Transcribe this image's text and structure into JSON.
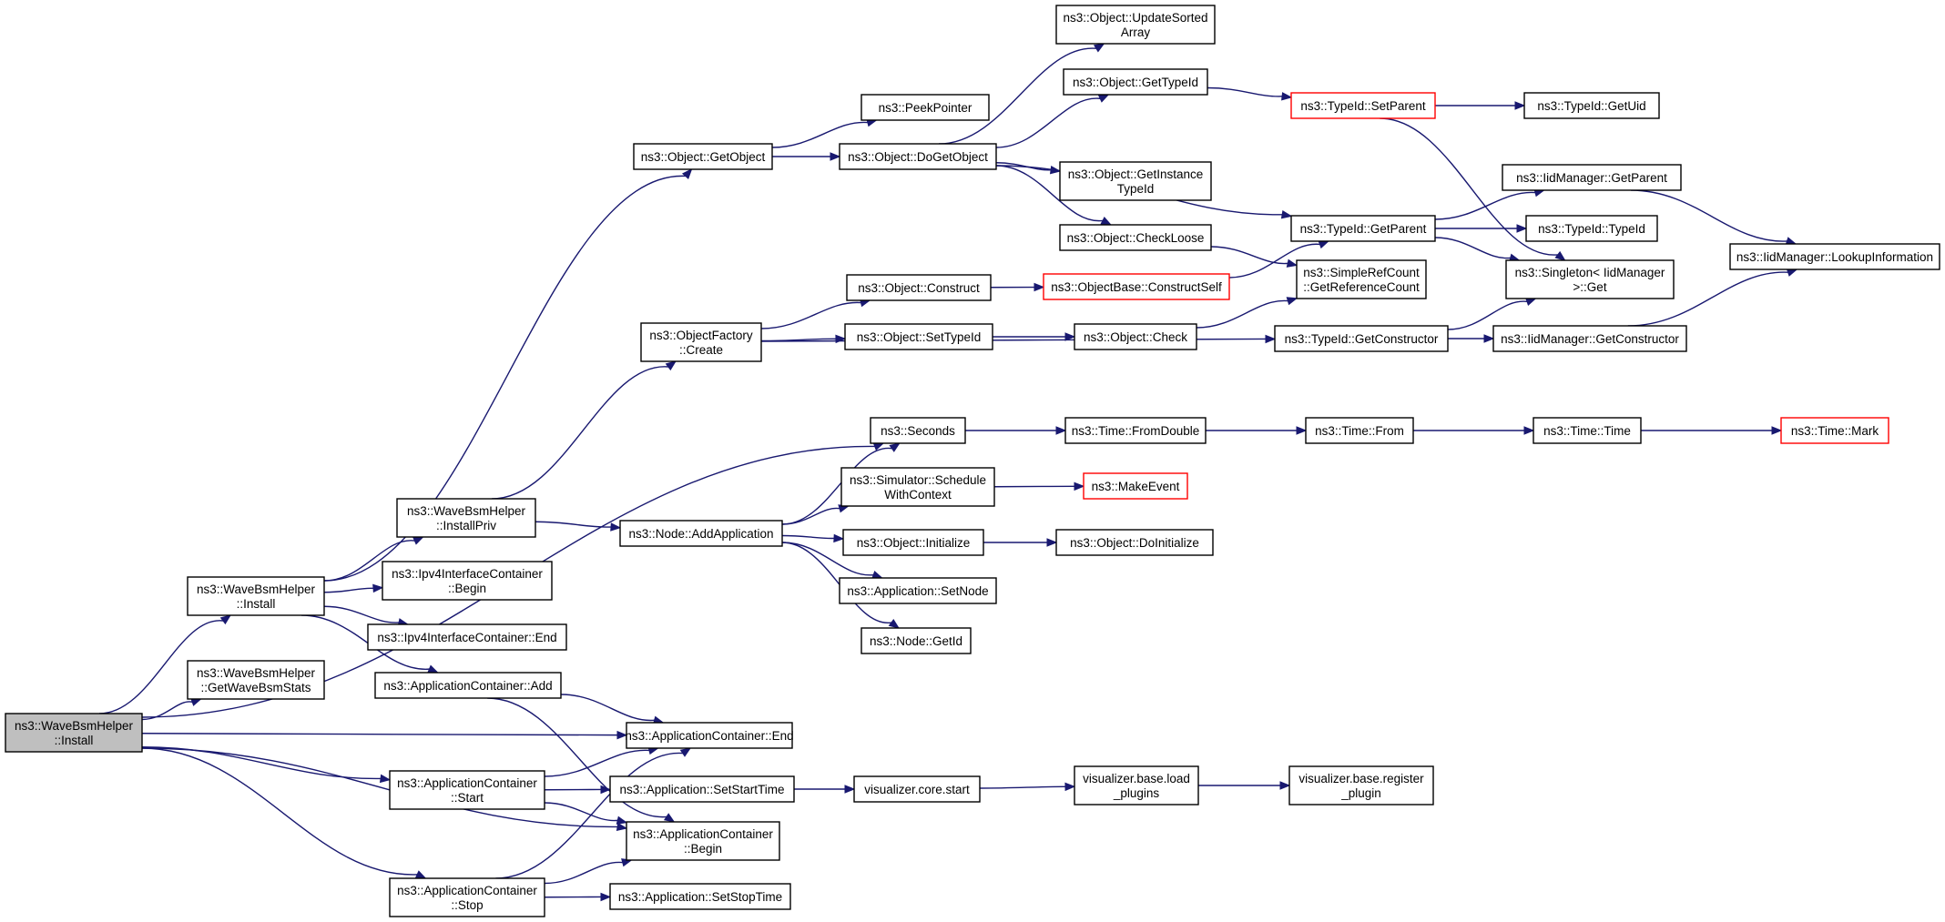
{
  "colors": {
    "edge": "#191970",
    "node_border": "#000000",
    "root_fill": "#bfbfbf",
    "truncated_border": "#ff0000"
  },
  "nodes": [
    {
      "id": "root",
      "label": [
        "ns3::WaveBsmHelper",
        "::Install"
      ],
      "style": "root"
    },
    {
      "id": "install",
      "label": [
        "ns3::WaveBsmHelper",
        "::Install"
      ]
    },
    {
      "id": "getwavebsmstats",
      "label": [
        "ns3::WaveBsmHelper",
        "::GetWaveBsmStats"
      ]
    },
    {
      "id": "acstart",
      "label": [
        "ns3::ApplicationContainer",
        "::Start"
      ]
    },
    {
      "id": "acstop",
      "label": [
        "ns3::ApplicationContainer",
        "::Stop"
      ]
    },
    {
      "id": "acend",
      "label": [
        "ns3::ApplicationContainer::End"
      ]
    },
    {
      "id": "acbegin",
      "label": [
        "ns3::ApplicationContainer",
        "::Begin"
      ]
    },
    {
      "id": "seconds",
      "label": [
        "ns3::Seconds"
      ]
    },
    {
      "id": "installpriv",
      "label": [
        "ns3::WaveBsmHelper",
        "::InstallPriv"
      ]
    },
    {
      "id": "ipv4begin",
      "label": [
        "ns3::Ipv4InterfaceContainer",
        "::Begin"
      ]
    },
    {
      "id": "ipv4end",
      "label": [
        "ns3::Ipv4InterfaceContainer::End"
      ]
    },
    {
      "id": "acadd",
      "label": [
        "ns3::ApplicationContainer::Add"
      ]
    },
    {
      "id": "getobject",
      "label": [
        "ns3::Object::GetObject"
      ]
    },
    {
      "id": "factorycreate",
      "label": [
        "ns3::ObjectFactory",
        "::Create"
      ]
    },
    {
      "id": "addapp",
      "label": [
        "ns3::Node::AddApplication"
      ]
    },
    {
      "id": "setstarttime",
      "label": [
        "ns3::Application::SetStartTime"
      ]
    },
    {
      "id": "setstoptime",
      "label": [
        "ns3::Application::SetStopTime"
      ]
    },
    {
      "id": "peekpointer",
      "label": [
        "ns3::PeekPointer"
      ]
    },
    {
      "id": "dogetobject",
      "label": [
        "ns3::Object::DoGetObject"
      ]
    },
    {
      "id": "construct",
      "label": [
        "ns3::Object::Construct"
      ]
    },
    {
      "id": "settypeid",
      "label": [
        "ns3::Object::SetTypeId"
      ]
    },
    {
      "id": "schedctx",
      "label": [
        "ns3::Simulator::Schedule",
        "WithContext"
      ]
    },
    {
      "id": "initialize",
      "label": [
        "ns3::Object::Initialize"
      ]
    },
    {
      "id": "setnode",
      "label": [
        "ns3::Application::SetNode"
      ]
    },
    {
      "id": "getid",
      "label": [
        "ns3::Node::GetId"
      ]
    },
    {
      "id": "vizstart",
      "label": [
        "visualizer.core.start"
      ]
    },
    {
      "id": "updatesorted",
      "label": [
        "ns3::Object::UpdateSorted",
        "Array"
      ]
    },
    {
      "id": "gettypeid",
      "label": [
        "ns3::Object::GetTypeId"
      ]
    },
    {
      "id": "getinstancetypeid",
      "label": [
        "ns3::Object::GetInstance",
        "TypeId"
      ]
    },
    {
      "id": "checkloose",
      "label": [
        "ns3::Object::CheckLoose"
      ]
    },
    {
      "id": "constructself",
      "label": [
        "ns3::ObjectBase::ConstructSelf"
      ],
      "style": "truncated"
    },
    {
      "id": "objcheck",
      "label": [
        "ns3::Object::Check"
      ]
    },
    {
      "id": "fromdouble",
      "label": [
        "ns3::Time::FromDouble"
      ]
    },
    {
      "id": "makeevent",
      "label": [
        "ns3::MakeEvent"
      ],
      "style": "truncated"
    },
    {
      "id": "doinitialize",
      "label": [
        "ns3::Object::DoInitialize"
      ]
    },
    {
      "id": "vizloadplugins",
      "label": [
        "visualizer.base.load",
        "_plugins"
      ]
    },
    {
      "id": "setparent",
      "label": [
        "ns3::TypeId::SetParent"
      ],
      "style": "truncated"
    },
    {
      "id": "getparent",
      "label": [
        "ns3::TypeId::GetParent"
      ]
    },
    {
      "id": "refcount",
      "label": [
        "ns3::SimpleRefCount",
        "::GetReferenceCount"
      ]
    },
    {
      "id": "getconstructor",
      "label": [
        "ns3::TypeId::GetConstructor"
      ]
    },
    {
      "id": "timefrom",
      "label": [
        "ns3::Time::From"
      ]
    },
    {
      "id": "vizregplugin",
      "label": [
        "visualizer.base.register",
        "_plugin"
      ]
    },
    {
      "id": "getuid",
      "label": [
        "ns3::TypeId::GetUid"
      ]
    },
    {
      "id": "iidgetparent",
      "label": [
        "ns3::IidManager::GetParent"
      ]
    },
    {
      "id": "typeidctor",
      "label": [
        "ns3::TypeId::TypeId"
      ]
    },
    {
      "id": "singletonget",
      "label": [
        "ns3::Singleton< IidManager",
        ">::Get"
      ]
    },
    {
      "id": "iidgetconstructor",
      "label": [
        "ns3::IidManager::GetConstructor"
      ]
    },
    {
      "id": "timetime",
      "label": [
        "ns3::Time::Time"
      ]
    },
    {
      "id": "lookupinfo",
      "label": [
        "ns3::IidManager::LookupInformation"
      ]
    },
    {
      "id": "timemark",
      "label": [
        "ns3::Time::Mark"
      ],
      "style": "truncated"
    }
  ],
  "edges": [
    [
      "root",
      "install"
    ],
    [
      "root",
      "getwavebsmstats"
    ],
    [
      "root",
      "acend"
    ],
    [
      "root",
      "acstart"
    ],
    [
      "root",
      "acbegin"
    ],
    [
      "root",
      "acstop"
    ],
    [
      "root",
      "seconds"
    ],
    [
      "install",
      "getobject"
    ],
    [
      "install",
      "installpriv"
    ],
    [
      "install",
      "ipv4begin"
    ],
    [
      "install",
      "ipv4end"
    ],
    [
      "install",
      "acadd"
    ],
    [
      "installpriv",
      "factorycreate"
    ],
    [
      "installpriv",
      "addapp"
    ],
    [
      "acadd",
      "acend"
    ],
    [
      "acadd",
      "acbegin"
    ],
    [
      "acstart",
      "acend"
    ],
    [
      "acstart",
      "setstarttime"
    ],
    [
      "acstart",
      "acbegin"
    ],
    [
      "acstop",
      "acend"
    ],
    [
      "acstop",
      "acbegin"
    ],
    [
      "acstop",
      "setstoptime"
    ],
    [
      "setstarttime",
      "vizstart"
    ],
    [
      "vizstart",
      "vizloadplugins"
    ],
    [
      "vizloadplugins",
      "vizregplugin"
    ],
    [
      "getobject",
      "peekpointer"
    ],
    [
      "getobject",
      "dogetobject"
    ],
    [
      "dogetobject",
      "updatesorted"
    ],
    [
      "dogetobject",
      "gettypeid"
    ],
    [
      "dogetobject",
      "getparent"
    ],
    [
      "dogetobject",
      "getinstancetypeid"
    ],
    [
      "dogetobject",
      "checkloose"
    ],
    [
      "factorycreate",
      "construct"
    ],
    [
      "factorycreate",
      "settypeid"
    ],
    [
      "factorycreate",
      "getconstructor"
    ],
    [
      "construct",
      "constructself"
    ],
    [
      "settypeid",
      "objcheck"
    ],
    [
      "constructself",
      "getparent"
    ],
    [
      "checkloose",
      "refcount"
    ],
    [
      "objcheck",
      "refcount"
    ],
    [
      "gettypeid",
      "setparent"
    ],
    [
      "setparent",
      "getuid"
    ],
    [
      "setparent",
      "singletonget"
    ],
    [
      "getparent",
      "iidgetparent"
    ],
    [
      "getparent",
      "typeidctor"
    ],
    [
      "getparent",
      "singletonget"
    ],
    [
      "getconstructor",
      "singletonget"
    ],
    [
      "getconstructor",
      "iidgetconstructor"
    ],
    [
      "iidgetparent",
      "lookupinfo"
    ],
    [
      "iidgetconstructor",
      "lookupinfo"
    ],
    [
      "addapp",
      "seconds"
    ],
    [
      "addapp",
      "schedctx"
    ],
    [
      "addapp",
      "initialize"
    ],
    [
      "addapp",
      "setnode"
    ],
    [
      "addapp",
      "getid"
    ],
    [
      "schedctx",
      "makeevent"
    ],
    [
      "initialize",
      "doinitialize"
    ],
    [
      "seconds",
      "fromdouble"
    ],
    [
      "fromdouble",
      "timefrom"
    ],
    [
      "timefrom",
      "timetime"
    ],
    [
      "timetime",
      "timemark"
    ]
  ]
}
